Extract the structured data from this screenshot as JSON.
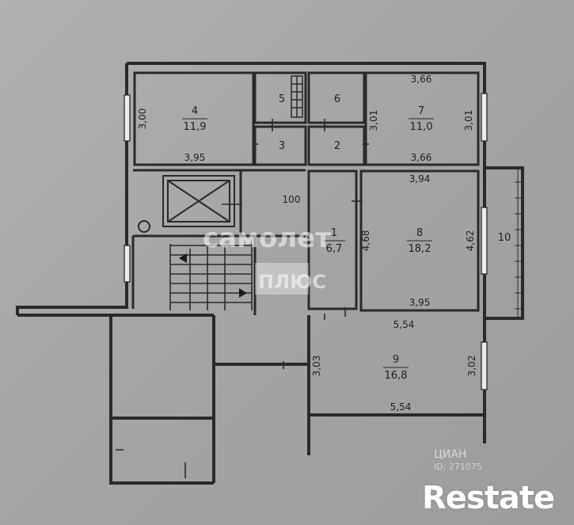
{
  "rooms": [
    {
      "id": "room-4",
      "number": "4",
      "area": "11,9"
    },
    {
      "id": "room-5",
      "number": "5",
      "area": ""
    },
    {
      "id": "room-6",
      "number": "6",
      "area": ""
    },
    {
      "id": "room-7",
      "number": "7",
      "area": "11,0"
    },
    {
      "id": "room-3",
      "number": "3",
      "area": ""
    },
    {
      "id": "room-2",
      "number": "2",
      "area": ""
    },
    {
      "id": "room-1",
      "number": "1",
      "area": "6,7"
    },
    {
      "id": "room-8",
      "number": "8",
      "area": "18,2"
    },
    {
      "id": "room-10",
      "number": "10",
      "area": ""
    },
    {
      "id": "room-9",
      "number": "9",
      "area": "16,8"
    }
  ],
  "dimensions": {
    "r4_height": "3,00",
    "r4_width": "3,95",
    "r7_top": "3,66",
    "r7_left_height": "3,01",
    "r7_right_height": "3,01",
    "r7_bottom": "3,66",
    "r8_top": "3,94",
    "r8_left_height": "4,68",
    "r8_right_height": "4,62",
    "r8_bottom": "3,95",
    "r9_top": "5,54",
    "r9_left_height": "3,03",
    "r9_right_height": "3,02",
    "r9_bottom": "5,54",
    "corridor_note": "100"
  },
  "watermarks": {
    "samolet": "самолет",
    "plus": "ПЛЮС",
    "cian": "ЦИАН",
    "cian_id": "ID: 271075",
    "brand": "Restate"
  }
}
